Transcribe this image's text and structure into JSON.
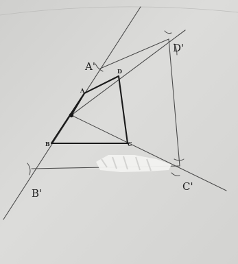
{
  "labels": {
    "A": "A",
    "B": "B",
    "C": "C",
    "D": "D",
    "A_prime": "A'",
    "B_prime": "B'",
    "C_prime": "C'",
    "D_prime": "D'"
  },
  "colors": {
    "paper": "#d9d9d7",
    "pencil": "#4a4a4a",
    "ink": "#1a1a1a",
    "correction_tape": "#f2f2f0"
  }
}
